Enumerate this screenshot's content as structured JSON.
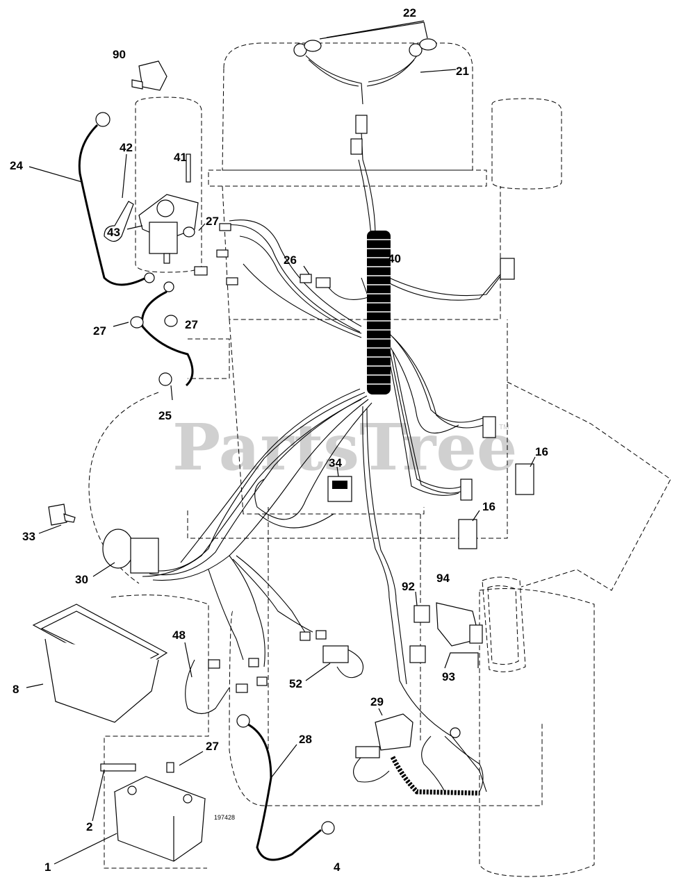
{
  "diagram": {
    "watermark": "PartsTree",
    "watermark_tm": "TM",
    "drawing_number": "197428",
    "callouts": [
      {
        "id": "c22",
        "label": "22"
      },
      {
        "id": "c21",
        "label": "21"
      },
      {
        "id": "c90",
        "label": "90"
      },
      {
        "id": "c24",
        "label": "24"
      },
      {
        "id": "c42",
        "label": "42"
      },
      {
        "id": "c41",
        "label": "41"
      },
      {
        "id": "c43",
        "label": "43"
      },
      {
        "id": "c27a",
        "label": "27"
      },
      {
        "id": "c26",
        "label": "26"
      },
      {
        "id": "c40",
        "label": "40"
      },
      {
        "id": "c27b",
        "label": "27"
      },
      {
        "id": "c27c",
        "label": "27"
      },
      {
        "id": "c25",
        "label": "25"
      },
      {
        "id": "c16a",
        "label": "16"
      },
      {
        "id": "c34",
        "label": "34"
      },
      {
        "id": "c16b",
        "label": "16"
      },
      {
        "id": "c33",
        "label": "33"
      },
      {
        "id": "c30",
        "label": "30"
      },
      {
        "id": "c92",
        "label": "92"
      },
      {
        "id": "c94",
        "label": "94"
      },
      {
        "id": "c48",
        "label": "48"
      },
      {
        "id": "c93",
        "label": "93"
      },
      {
        "id": "c8",
        "label": "8"
      },
      {
        "id": "c52",
        "label": "52"
      },
      {
        "id": "c29",
        "label": "29"
      },
      {
        "id": "c27d",
        "label": "27"
      },
      {
        "id": "c28",
        "label": "28"
      },
      {
        "id": "c2",
        "label": "2"
      },
      {
        "id": "c1",
        "label": "1"
      },
      {
        "id": "c4",
        "label": "4"
      }
    ]
  }
}
